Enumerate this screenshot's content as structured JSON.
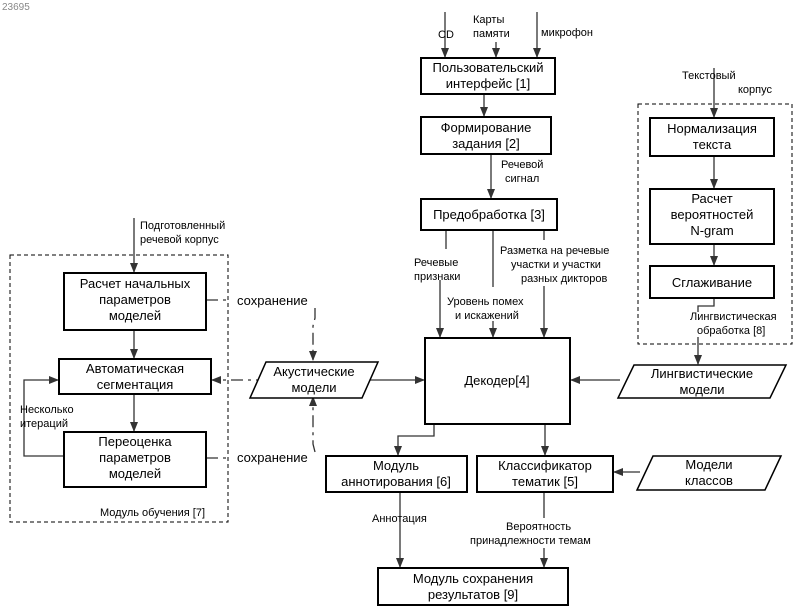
{
  "image_id": "23695",
  "inputs": {
    "cd": "CD",
    "memory_cards": [
      "Карты",
      "памяти"
    ],
    "microphone": "микрофон",
    "text_corpus": [
      "Текстовый",
      "корпус"
    ],
    "prepared_corpus": [
      "Подготовленный",
      "речевой корпус"
    ]
  },
  "blocks": {
    "user_interface": [
      "Пользовательский",
      "интерфейс [1]"
    ],
    "task_formation": [
      "Формирование",
      "задания [2]"
    ],
    "preprocessing": [
      "Предобработка [3]"
    ],
    "decoder": [
      "Декодер[4]"
    ],
    "classifier": [
      "Классификатор",
      "тематик [5]"
    ],
    "annotation": [
      "Модуль",
      "аннотирования [6]"
    ],
    "save_results": [
      "Модуль сохранения",
      "результатов [9]"
    ],
    "text_normalization": [
      "Нормализация",
      "текста"
    ],
    "ngram": [
      "Расчет",
      "вероятностей",
      "N-gram"
    ],
    "smoothing": [
      "Сглаживание"
    ],
    "init_params": [
      "Расчет начальных",
      "параметров",
      "моделей"
    ],
    "auto_segmentation": [
      "Автоматическая",
      "сегментация"
    ],
    "reestimation": [
      "Переоценка",
      "параметров",
      "моделей"
    ]
  },
  "data_stores": {
    "acoustic_models": [
      "Акустические",
      "модели"
    ],
    "linguistic_models": [
      "Лингвистические",
      "модели"
    ],
    "class_models": [
      "Модели",
      "классов"
    ]
  },
  "labels": {
    "speech_signal": [
      "Речевой",
      "сигнал"
    ],
    "speech_features": [
      "Речевые",
      "признаки"
    ],
    "noise_level": [
      "Уровень помех",
      "и искажений"
    ],
    "markup": [
      "Разметка на речевые",
      "участки и участки",
      "разных дикторов"
    ],
    "linguistic_processing": [
      "Лингвистическая",
      "обработка [8]"
    ],
    "save_top": "сохранение",
    "save_bottom": "сохранение",
    "iterations": [
      "Несколько",
      "итераций"
    ],
    "training_module": "Модуль обучения [7]",
    "annotation_out": "Аннотация",
    "topic_probability": [
      "Вероятность",
      "принадлежности темам"
    ]
  }
}
